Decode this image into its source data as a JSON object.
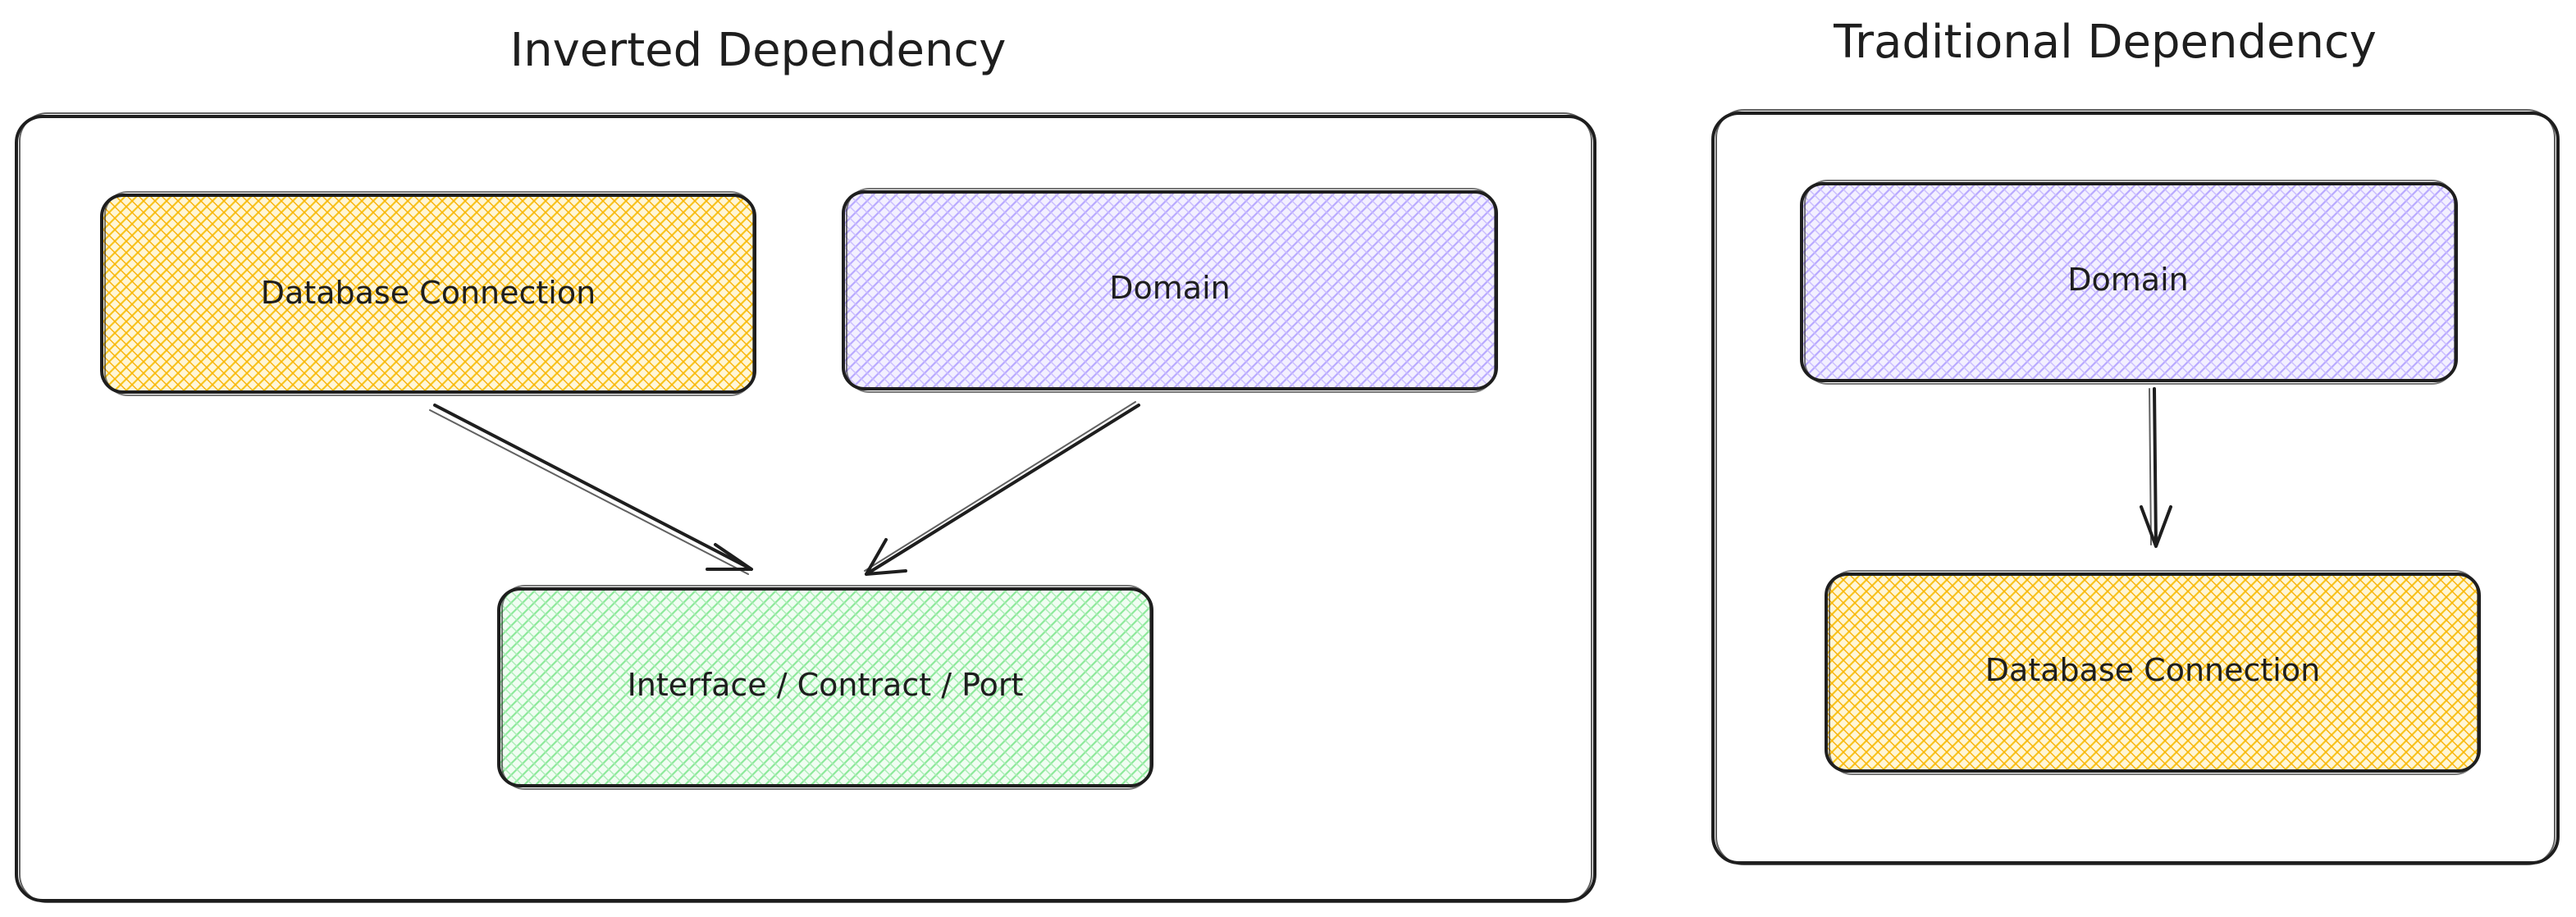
{
  "colors": {
    "stroke": "#1e1e1e",
    "yellow": "#ffd43b",
    "purple": "#c7b8ff",
    "green": "#8ce99a",
    "background": "#ffffff"
  },
  "inverted": {
    "title": "Inverted Dependency",
    "database_label": "Database Connection",
    "domain_label": "Domain",
    "port_label": "Interface / Contract / Port"
  },
  "traditional": {
    "title": "Traditional Dependency",
    "domain_label": "Domain",
    "database_label": "Database Connection"
  }
}
